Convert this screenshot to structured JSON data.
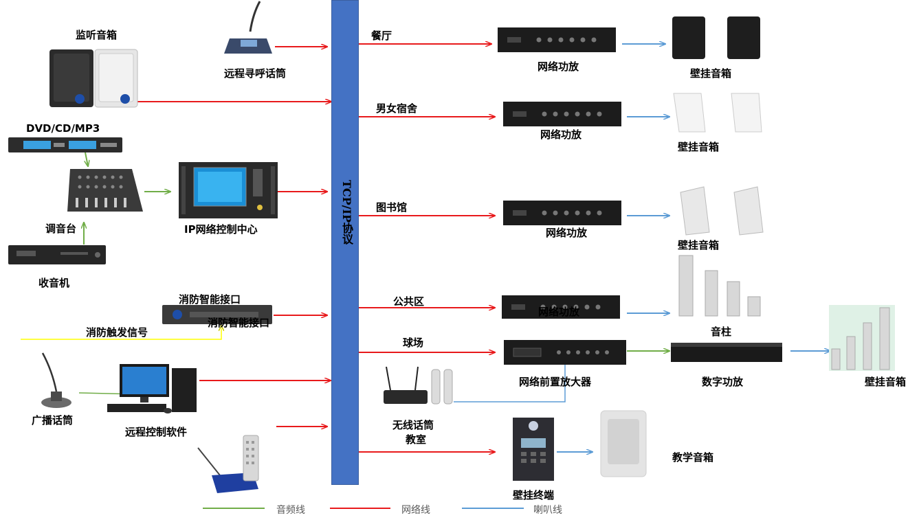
{
  "bus": {
    "label": "TCP/IP协议"
  },
  "left": {
    "monitor_speakers": "监听音箱",
    "remote_paging_mic": "远程寻呼话筒",
    "dvd": "DVD/CD/MP3",
    "mixer": "调音台",
    "ip_center": "IP网络控制中心",
    "radio": "收音机",
    "fire_interface_top": "消防智能接口",
    "fire_interface_bottom": "消防智能接口",
    "fire_trigger": "消防触发信号",
    "broadcast_mic": "广播话筒",
    "remote_software": "远程控制软件"
  },
  "zones": {
    "restaurant": "餐厅",
    "dorm": "男女宿舍",
    "library": "图书馆",
    "public": "公共区",
    "court": "球场",
    "classroom": "教室"
  },
  "right": {
    "amp1": "网络功放",
    "amp2": "网络功放",
    "amp3": "网络功放",
    "amp4": "网络功放",
    "preamp": "网络前置放大器",
    "digital_amp": "数字功放",
    "wireless_mic": "无线话筒",
    "wall_terminal": "壁挂终端",
    "spk1": "壁挂音箱",
    "spk2": "壁挂音箱",
    "spk3": "壁挂音箱",
    "column": "音柱",
    "spk_far": "壁挂音箱",
    "teaching_spk": "教学音箱"
  },
  "legend": {
    "audio": "音频线",
    "network": "网络线",
    "speaker": "喇叭线"
  },
  "colors": {
    "audio": "#70ad47",
    "network": "#e8191b",
    "speaker": "#5b9bd5",
    "bus": "#4472c4",
    "fire": "#ffff00"
  }
}
